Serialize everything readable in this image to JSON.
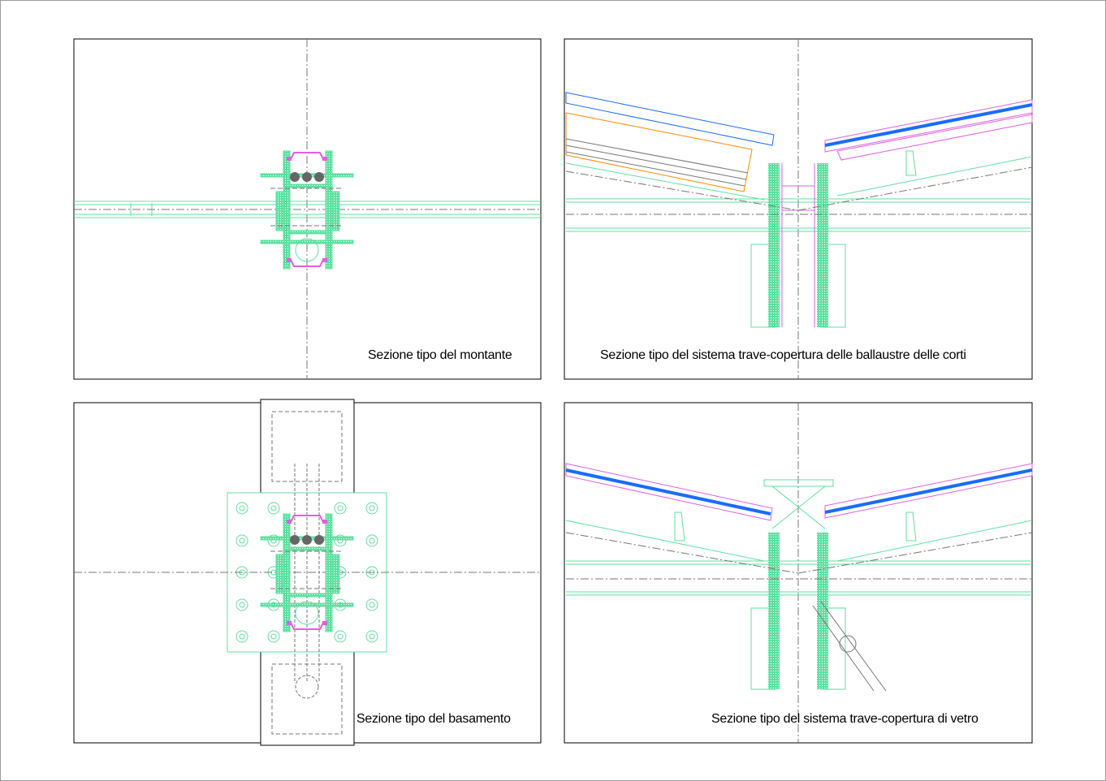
{
  "panels": [
    {
      "caption": "Sezione tipo del montante"
    },
    {
      "caption": "Sezione tipo del sistema trave-copertura delle ballaustre delle corti"
    },
    {
      "caption": "Sezione tipo del basamento"
    },
    {
      "caption": "Sezione tipo del sistema trave-copertura di vetro"
    }
  ],
  "colors": {
    "structure": "#5fe0a0",
    "gasket": "#e060e0",
    "glass": "#1a6cff",
    "timber": "#ff8a00",
    "axis": "#777777",
    "frame": "#000000"
  }
}
